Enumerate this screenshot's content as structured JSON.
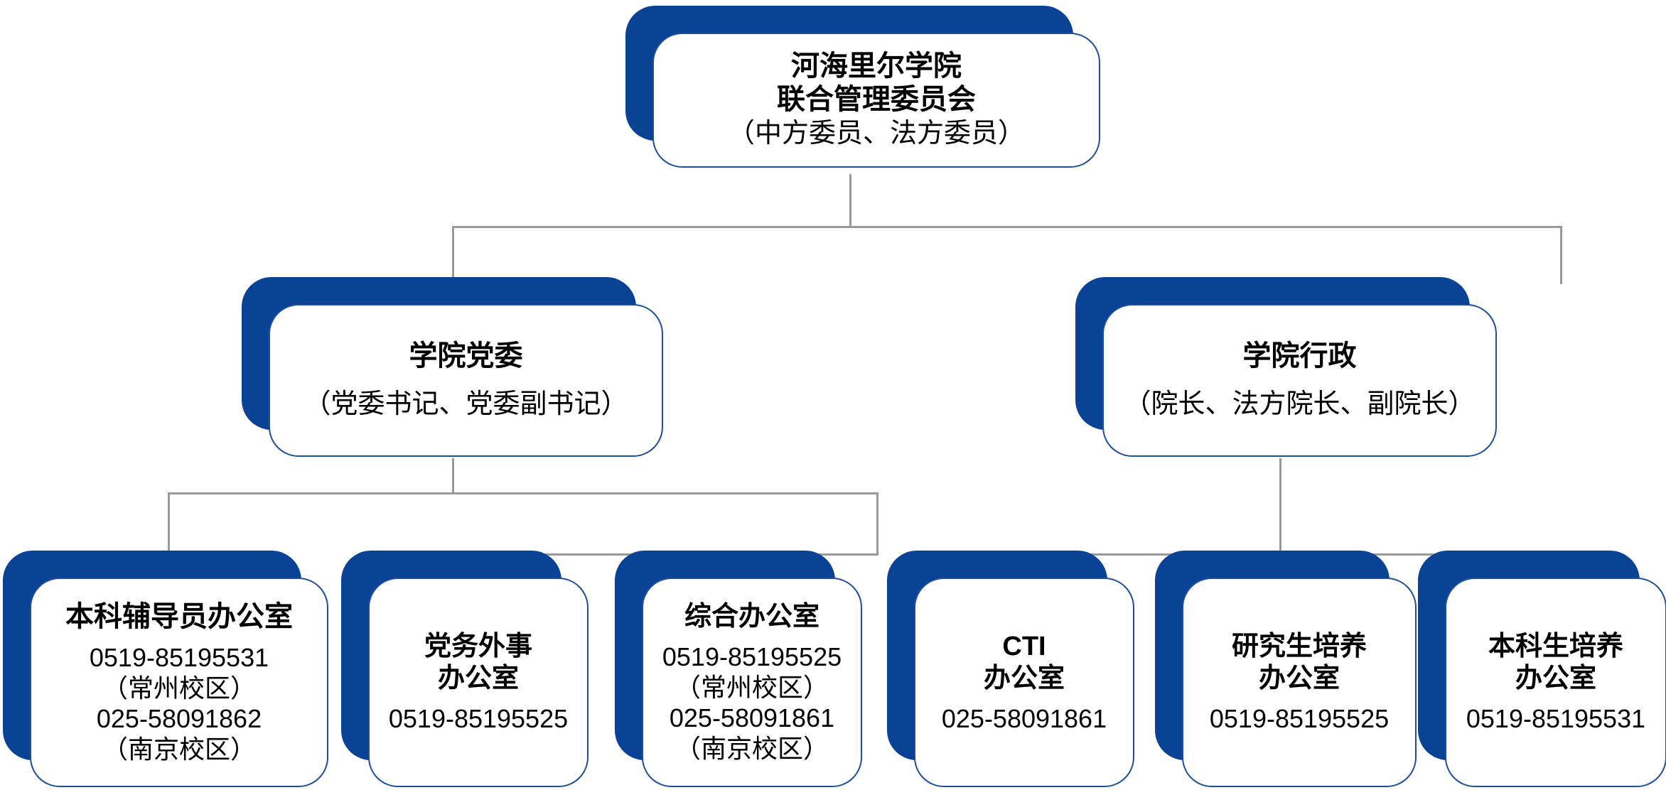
{
  "diagram": {
    "type": "organization-chart",
    "accent_color": "#0a4296",
    "card_border_color": "#1f4e9c",
    "connector_color": "#9a9a9a",
    "background_color": "#ffffff",
    "levels": 3
  },
  "root": {
    "title": "河海里尔学院\n联合管理委员会",
    "subtitle": "（中方委员、法方委员）"
  },
  "level2": [
    {
      "title": "学院党委",
      "subtitle": "（党委书记、党委副书记）"
    },
    {
      "title": "学院行政",
      "subtitle": "（院长、法方院长、副院长）"
    }
  ],
  "level3": [
    {
      "title": "本科辅导员办公室",
      "subtitle": "0519-85195531\n（常州校区）\n025-58091862\n（南京校区）",
      "parent": "学院党委"
    },
    {
      "title": "党务外事\n办公室",
      "subtitle": "0519-85195525",
      "parent": "学院党委"
    },
    {
      "title": "综合办公室",
      "subtitle": "0519-85195525\n（常州校区）\n025-58091861\n（南京校区）",
      "parent": "学院党委"
    },
    {
      "title": "CTI\n办公室",
      "subtitle": "025-58091861",
      "parent": "学院行政"
    },
    {
      "title": "研究生培养\n办公室",
      "subtitle": "0519-85195525",
      "parent": "学院行政"
    },
    {
      "title": "本科生培养\n办公室",
      "subtitle": "0519-85195531",
      "parent": "学院行政"
    }
  ]
}
